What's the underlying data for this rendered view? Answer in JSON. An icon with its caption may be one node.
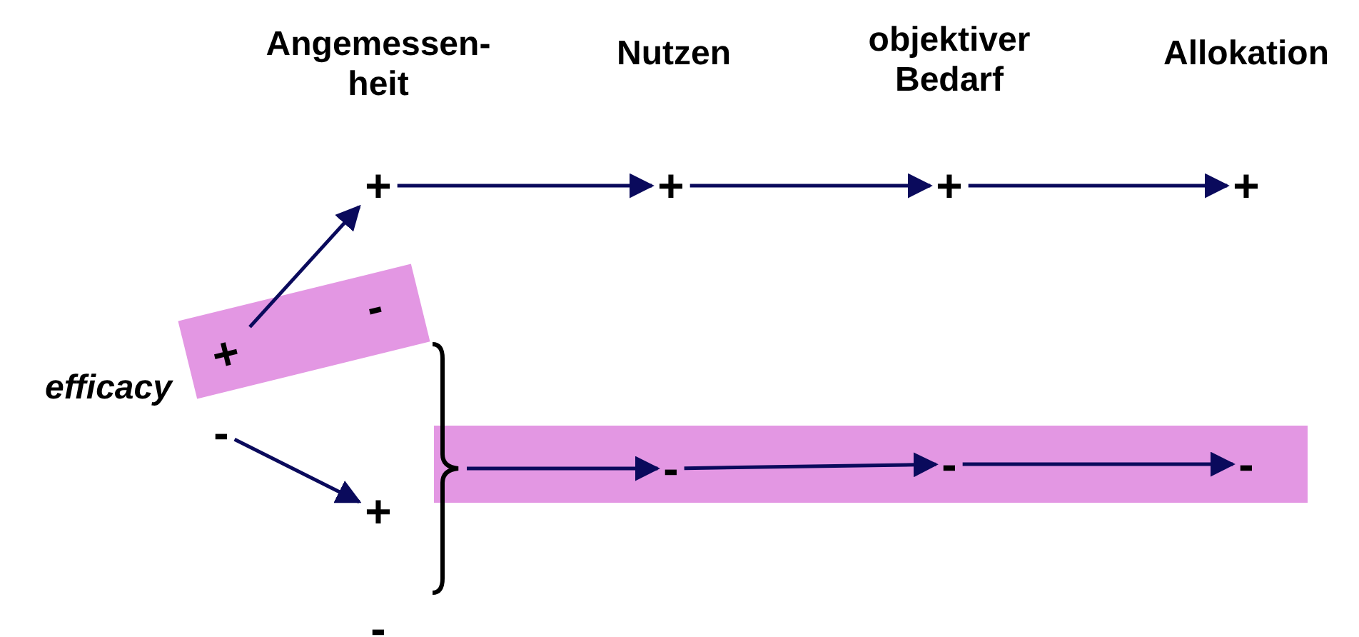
{
  "diagram": {
    "nodes": [
      {
        "text": [
          "+"
        ]
      },
      {
        "text": [
          "+"
        ]
      },
      {
        "text": [
          "+"
        ]
      },
      {
        "text": [
          "+"
        ]
      },
      {
        "text": [],
        "shape": "bar"
      },
      {
        "text": [
          "-"
        ],
        "in": 4
      },
      {
        "text": [
          "+"
        ],
        "in": 4
      },
      {
        "text": [
          "-"
        ]
      },
      {
        "text": [],
        "shape": "bar"
      },
      {
        "text": [],
        "shape": "brace"
      },
      {
        "text": [
          "-"
        ],
        "in": 8
      },
      {
        "text": [
          "-"
        ],
        "in": 8
      },
      {
        "text": [
          "-"
        ],
        "in": 8
      },
      {
        "text": [
          "+"
        ]
      },
      {
        "text": [
          "-"
        ]
      }
    ],
    "edges": [
      {
        "from": 0,
        "to": 1,
        "arrow": "to"
      },
      {
        "from": 1,
        "to": 2,
        "arrow": "to"
      },
      {
        "from": 2,
        "to": 3,
        "arrow": "to"
      },
      {
        "from": 6,
        "to": 0,
        "arrow": "to"
      },
      {
        "from": 7,
        "to": 13,
        "arrow": "to"
      },
      {
        "from": 9,
        "to": 10,
        "arrow": "to"
      },
      {
        "from": 10,
        "to": 11,
        "arrow": "to"
      },
      {
        "from": 11,
        "to": 12,
        "arrow": "to"
      }
    ],
    "labels": [
      "Angemessen-heit",
      "Nutzen",
      "objektiver Bedarf",
      "Allokation",
      "efficacy"
    ]
  }
}
